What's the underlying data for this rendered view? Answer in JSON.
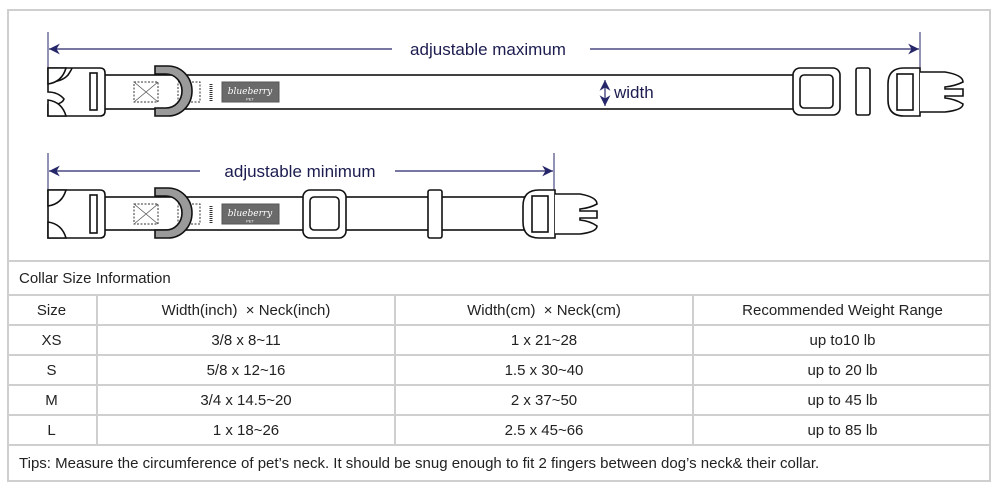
{
  "diagram": {
    "max_label": "adjustable maximum",
    "min_label": "adjustable minimum",
    "width_label": "width",
    "logo_text": "blueberry",
    "logo_subtext": "PET",
    "colors": {
      "arrow": "#26266a",
      "outline": "#111111",
      "d_ring": "#9a9a9a",
      "logo_bg": "#6a6a6a",
      "grid": "#cfcfcf"
    }
  },
  "table": {
    "caption": "Collar Size Information",
    "headers": [
      "Size",
      "Width(inch)  × Neck(inch)",
      "Width(cm)  × Neck(cm)",
      "Recommended Weight Range"
    ],
    "rows": [
      [
        "XS",
        "3/8 x 8~11",
        "1 x 21~28",
        "up to10 lb"
      ],
      [
        "S",
        "5/8 x 12~16",
        "1.5 x 30~40",
        "up to 20 lb"
      ],
      [
        "M",
        "3/4 x 14.5~20",
        "2 x 37~50",
        "up to 45 lb"
      ],
      [
        "L",
        "1 x 18~26",
        "2.5 x 45~66",
        "up to 85 lb"
      ]
    ],
    "tips": "Tips: Measure the circumference of pet’s neck. It should be snug enough to fit 2 fingers between dog’s neck& their collar."
  }
}
